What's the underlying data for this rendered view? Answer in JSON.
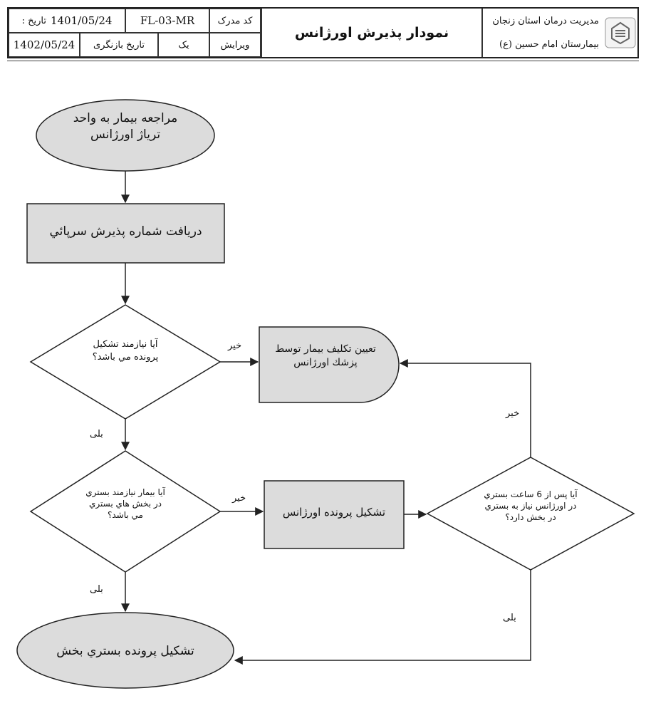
{
  "header": {
    "org_line1": "مديريت درمان استان زنجان",
    "org_line2": "بيمارستان امام حسين (ع)",
    "title": "نمودار پذیرش اورژانس",
    "doc_code_label": "کد مدرک",
    "doc_code": "FL-03-MR",
    "date_label": "تاريخ :",
    "date": "1401/05/24",
    "revision_label": "ويرايش",
    "revision": "یک",
    "review_date_label": "تاريخ بازنگری",
    "review_date": "1402/05/24"
  },
  "flow": {
    "start": [
      "مراجعه بيمار به واحد",
      "ترياژ اورژانس"
    ],
    "receive": "دريافت شماره پذيرش سرپائي",
    "q1": [
      "آيا نيازمند تشكيل",
      "پرونده مي باشد؟"
    ],
    "assign": [
      "تعيين تكليف بيمار توسط",
      "پزشك اورژانس"
    ],
    "q2": [
      "آيا بيمار نيازمند بستري",
      "در بخش هاي بستري",
      "مي باشد؟"
    ],
    "emergency_file": "تشكيل پرونده اورژانس",
    "q3": [
      "آيا پس از 6 ساعت بستري",
      "در اورژانس نياز به بستري",
      "در بخش دارد؟"
    ],
    "end": "تشكيل پرونده بستري بخش"
  },
  "labels": {
    "no_q1": "خير",
    "yes_q1": "بلی",
    "no_q2": "خير",
    "yes_q2": "بلی",
    "no_q3": "خير",
    "yes_q3": "بلی"
  },
  "colors": {
    "shape_fill": "#dcdcdc",
    "stroke": "#222222"
  }
}
